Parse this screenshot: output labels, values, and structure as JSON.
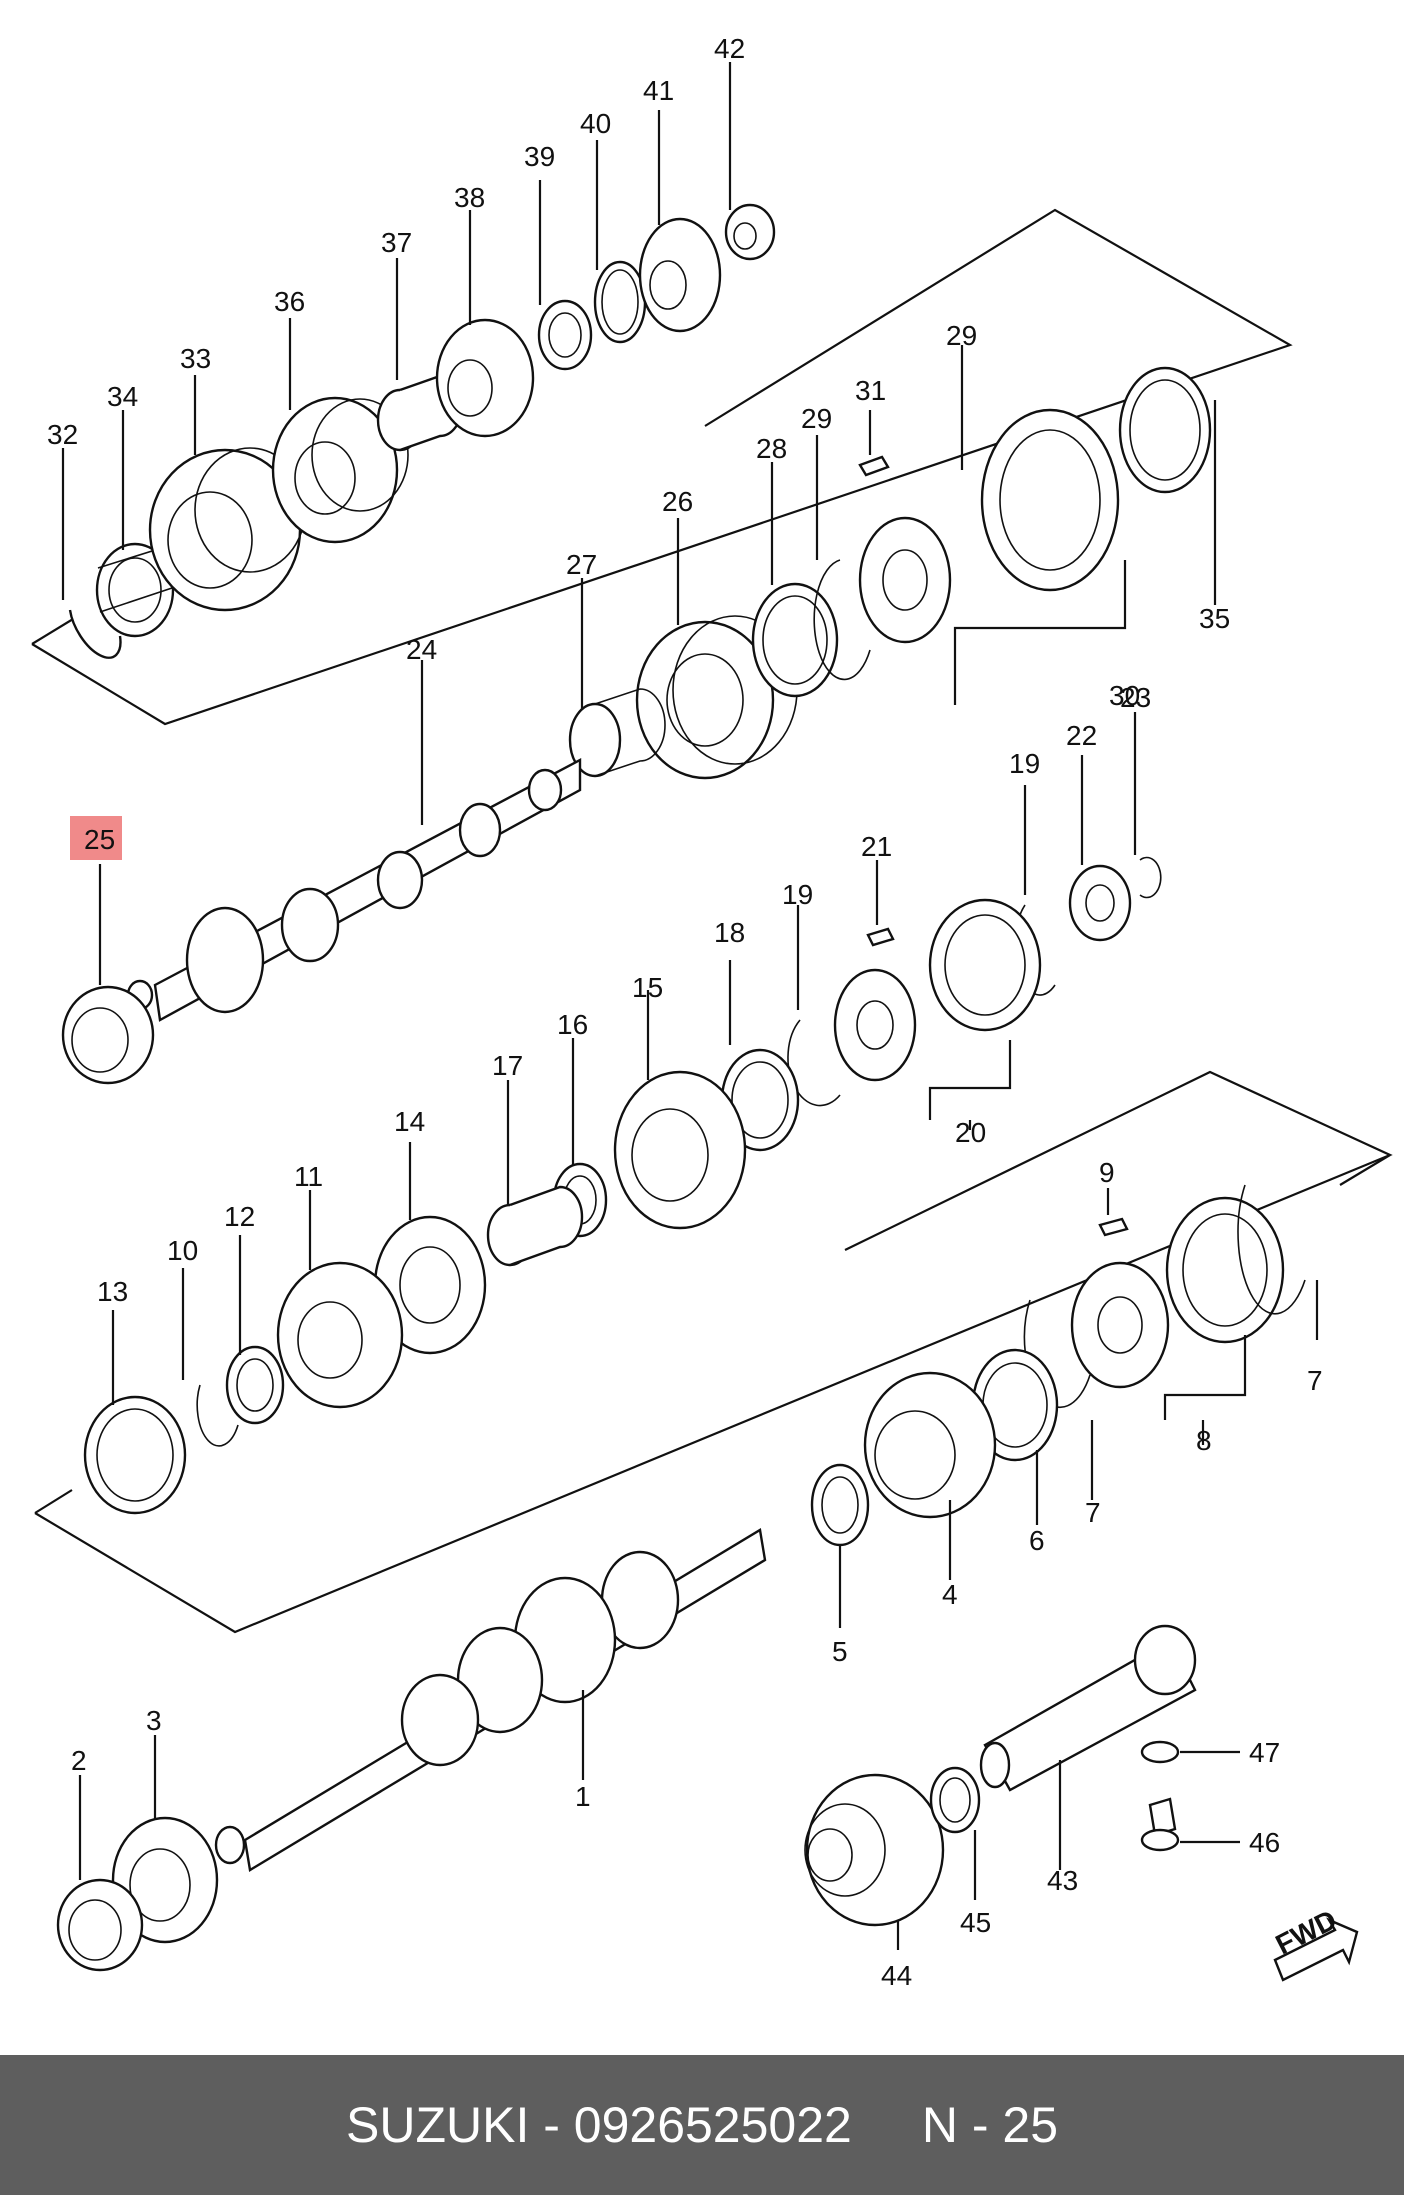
{
  "diagram": {
    "highlighted_part": "25",
    "callouts": [
      "1",
      "2",
      "3",
      "4",
      "5",
      "6",
      "7",
      "7",
      "8",
      "9",
      "10",
      "11",
      "12",
      "13",
      "14",
      "15",
      "16",
      "17",
      "18",
      "19",
      "19",
      "20",
      "21",
      "22",
      "23",
      "24",
      "25",
      "26",
      "27",
      "28",
      "29",
      "29",
      "30",
      "31",
      "32",
      "33",
      "34",
      "35",
      "36",
      "37",
      "38",
      "39",
      "40",
      "41",
      "42",
      "43",
      "44",
      "45",
      "46",
      "47"
    ],
    "fwd_label": "FWD"
  },
  "footer": {
    "brand_part": "SUZUKI - 0926525022",
    "page_ref": "N - 25"
  },
  "colors": {
    "highlight": "#f08a8a",
    "footer_bg": "#5e5e5e",
    "line": "#111111"
  }
}
